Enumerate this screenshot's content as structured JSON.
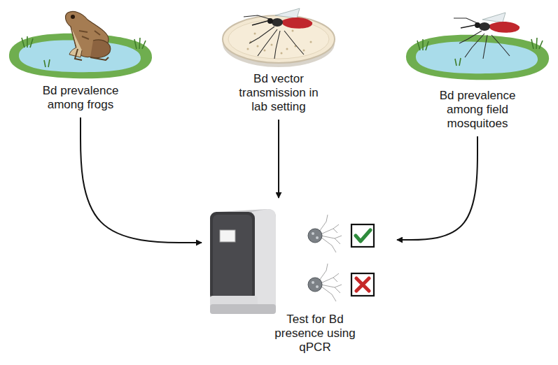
{
  "diagram": {
    "nodes": [
      {
        "text": [
          "Bd prevalence among frogs"
        ]
      },
      {
        "text": [
          "Bd vector transmission in lab setting"
        ]
      },
      {
        "text": [
          "Bd prevalence among field mosquitoes"
        ]
      },
      {
        "text": [
          "Test for Bd presence using qPCR"
        ]
      }
    ],
    "edges": [
      {
        "from": 0,
        "to": 3,
        "arrow": "to"
      },
      {
        "from": 1,
        "to": 3,
        "arrow": "to"
      },
      {
        "from": 2,
        "to": 3,
        "arrow": "to"
      }
    ]
  }
}
